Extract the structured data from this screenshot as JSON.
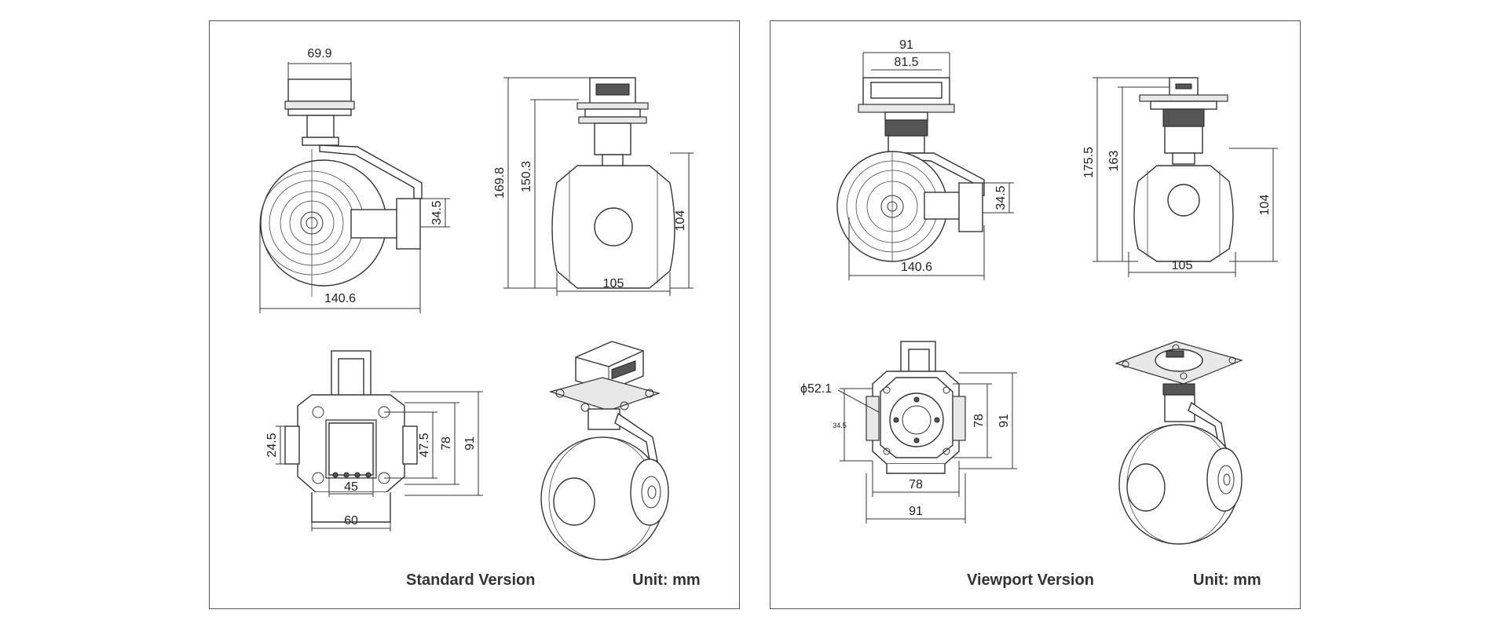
{
  "panels": [
    {
      "version_label": "Standard Version",
      "unit_label": "Unit: mm",
      "side_view": {
        "top_width": "69.9",
        "overall_width": "140.6",
        "lens_height": "34.5"
      },
      "front_view": {
        "overall_height": "169.8",
        "height_to_mount": "150.3",
        "ball_height": "104",
        "ball_width": "105"
      },
      "bottom_view": {
        "hole_width": "45",
        "bracket_width": "60",
        "left_height": "24.5",
        "hole_height": "47.5",
        "inner_height": "78",
        "outer_height": "91"
      }
    },
    {
      "version_label": "Viewport Version",
      "unit_label": "Unit: mm",
      "side_view": {
        "plate_width": "91",
        "connector_width": "81.5",
        "overall_width": "140.6",
        "lens_height": "34.5"
      },
      "front_view": {
        "overall_height": "175.5",
        "height_to_mount": "163",
        "ball_height": "104",
        "ball_width": "105"
      },
      "bottom_view": {
        "diameter": "ϕ52.1",
        "small_dim": "34.5",
        "inner_width": "78",
        "outer_width": "91",
        "inner_height": "78",
        "outer_height": "91"
      }
    }
  ]
}
